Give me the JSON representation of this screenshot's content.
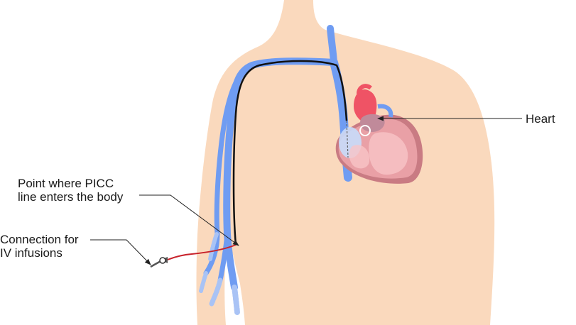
{
  "labels": {
    "heart": "Heart",
    "entry_point_line1": "Point where PICC",
    "entry_point_line2": "line enters the body",
    "connection_line1": "Connection for",
    "connection_line2": "IV infusions"
  },
  "colors": {
    "skin": "#fad9bd",
    "vein": "#6f9cf2",
    "vein_pale": "#a9c3f5",
    "catheter": "#111111",
    "external_tube": "#c8232c",
    "heart_red": "#ef5365",
    "heart_body": "#e9a0a6",
    "heart_dark": "#c97b83",
    "heart_outline": "#b06e75",
    "leader_line": "#222222"
  }
}
